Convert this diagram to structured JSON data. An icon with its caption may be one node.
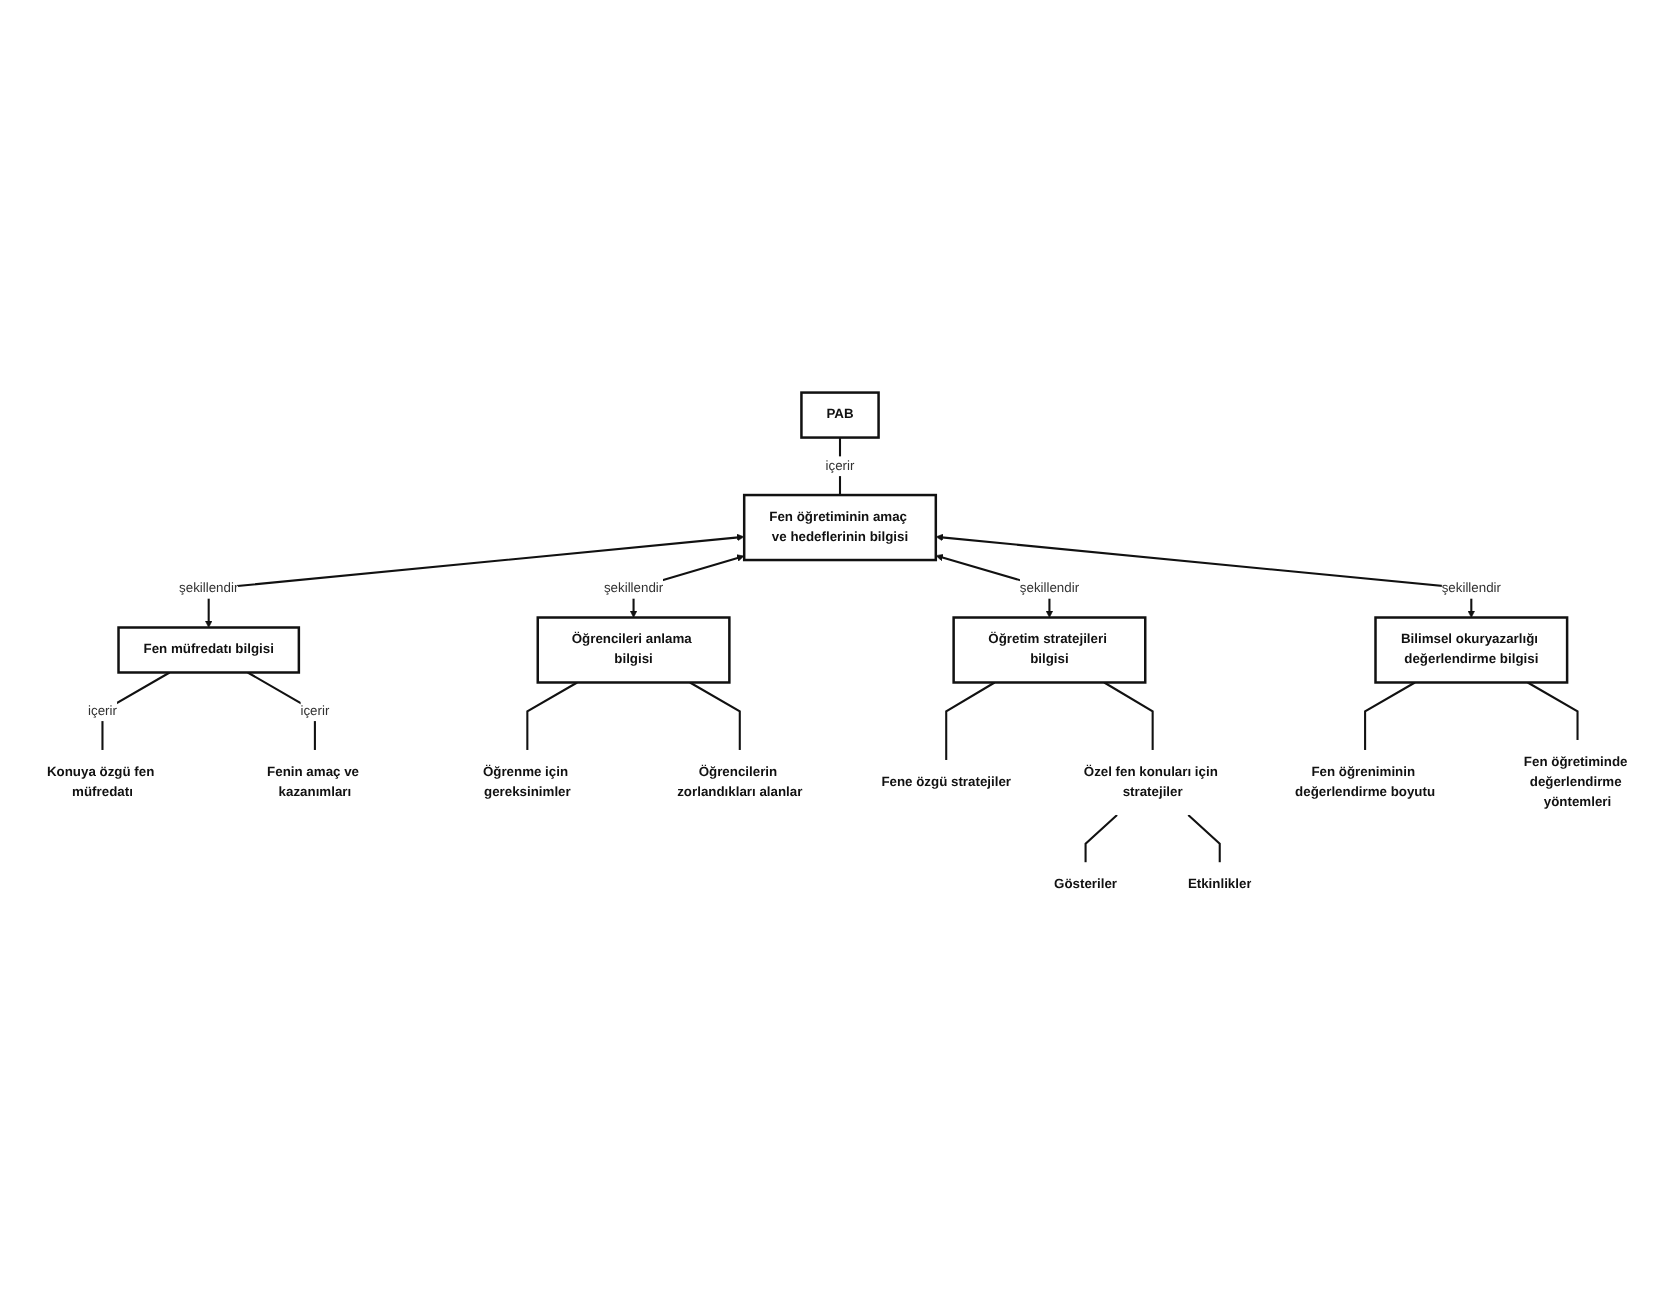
{
  "diagram": {
    "nodes": [
      {
        "text": [
          "PAB"
        ]
      },
      {
        "text": [
          "Fen öğretiminin amaç ve hedeflerinin bilgisi"
        ]
      },
      {
        "text": [
          "Fen müfredatı bilgisi"
        ]
      },
      {
        "text": [
          "Konuya özgü fen müfredatı"
        ]
      },
      {
        "text": [
          "Fenin amaç ve kazanımları"
        ]
      },
      {
        "text": [
          "Öğrencileri anlama bilgisi"
        ]
      },
      {
        "text": [
          "Öğrenme için gereksinimler"
        ]
      },
      {
        "text": [
          "Öğrencilerin zorlandıkları alanlar"
        ]
      },
      {
        "text": [
          "Öğretim stratejileri bilgisi"
        ]
      },
      {
        "text": [
          "Fene özgü stratejiler"
        ]
      },
      {
        "text": [
          "Özel fen konuları için stratejiler"
        ]
      },
      {
        "text": [
          "Gösteriler"
        ]
      },
      {
        "text": [
          "Etkinlikler"
        ]
      },
      {
        "text": [
          "Bilimsel okuryazarlığı değerlendirme bilgisi"
        ]
      },
      {
        "text": [
          "Fen öğreniminin değerlendirme boyutu"
        ]
      },
      {
        "text": [
          "Fen öğretiminde değerlendirme yöntemleri"
        ]
      }
    ],
    "edges": [
      {
        "from": 0,
        "to": 1,
        "arrow": "none",
        "label": "içerir"
      },
      {
        "from": 1,
        "to": 2,
        "arrow": "both",
        "label": "şekillendir"
      },
      {
        "from": 1,
        "to": 5,
        "arrow": "both",
        "label": "şekillendir"
      },
      {
        "from": 1,
        "to": 8,
        "arrow": "both",
        "label": "şekillendir"
      },
      {
        "from": 1,
        "to": 13,
        "arrow": "both",
        "label": "şekillendir"
      },
      {
        "from": 2,
        "to": 3,
        "arrow": "none",
        "label": "içerir"
      },
      {
        "from": 2,
        "to": 4,
        "arrow": "none",
        "label": "içerir"
      },
      {
        "from": 5,
        "to": 6,
        "arrow": "none"
      },
      {
        "from": 5,
        "to": 7,
        "arrow": "none"
      },
      {
        "from": 8,
        "to": 9,
        "arrow": "none"
      },
      {
        "from": 8,
        "to": 10,
        "arrow": "none"
      },
      {
        "from": 10,
        "to": 11,
        "arrow": "none"
      },
      {
        "from": 10,
        "to": 12,
        "arrow": "none"
      },
      {
        "from": 13,
        "to": 14,
        "arrow": "none"
      },
      {
        "from": 13,
        "to": 15,
        "arrow": "none"
      }
    ]
  }
}
